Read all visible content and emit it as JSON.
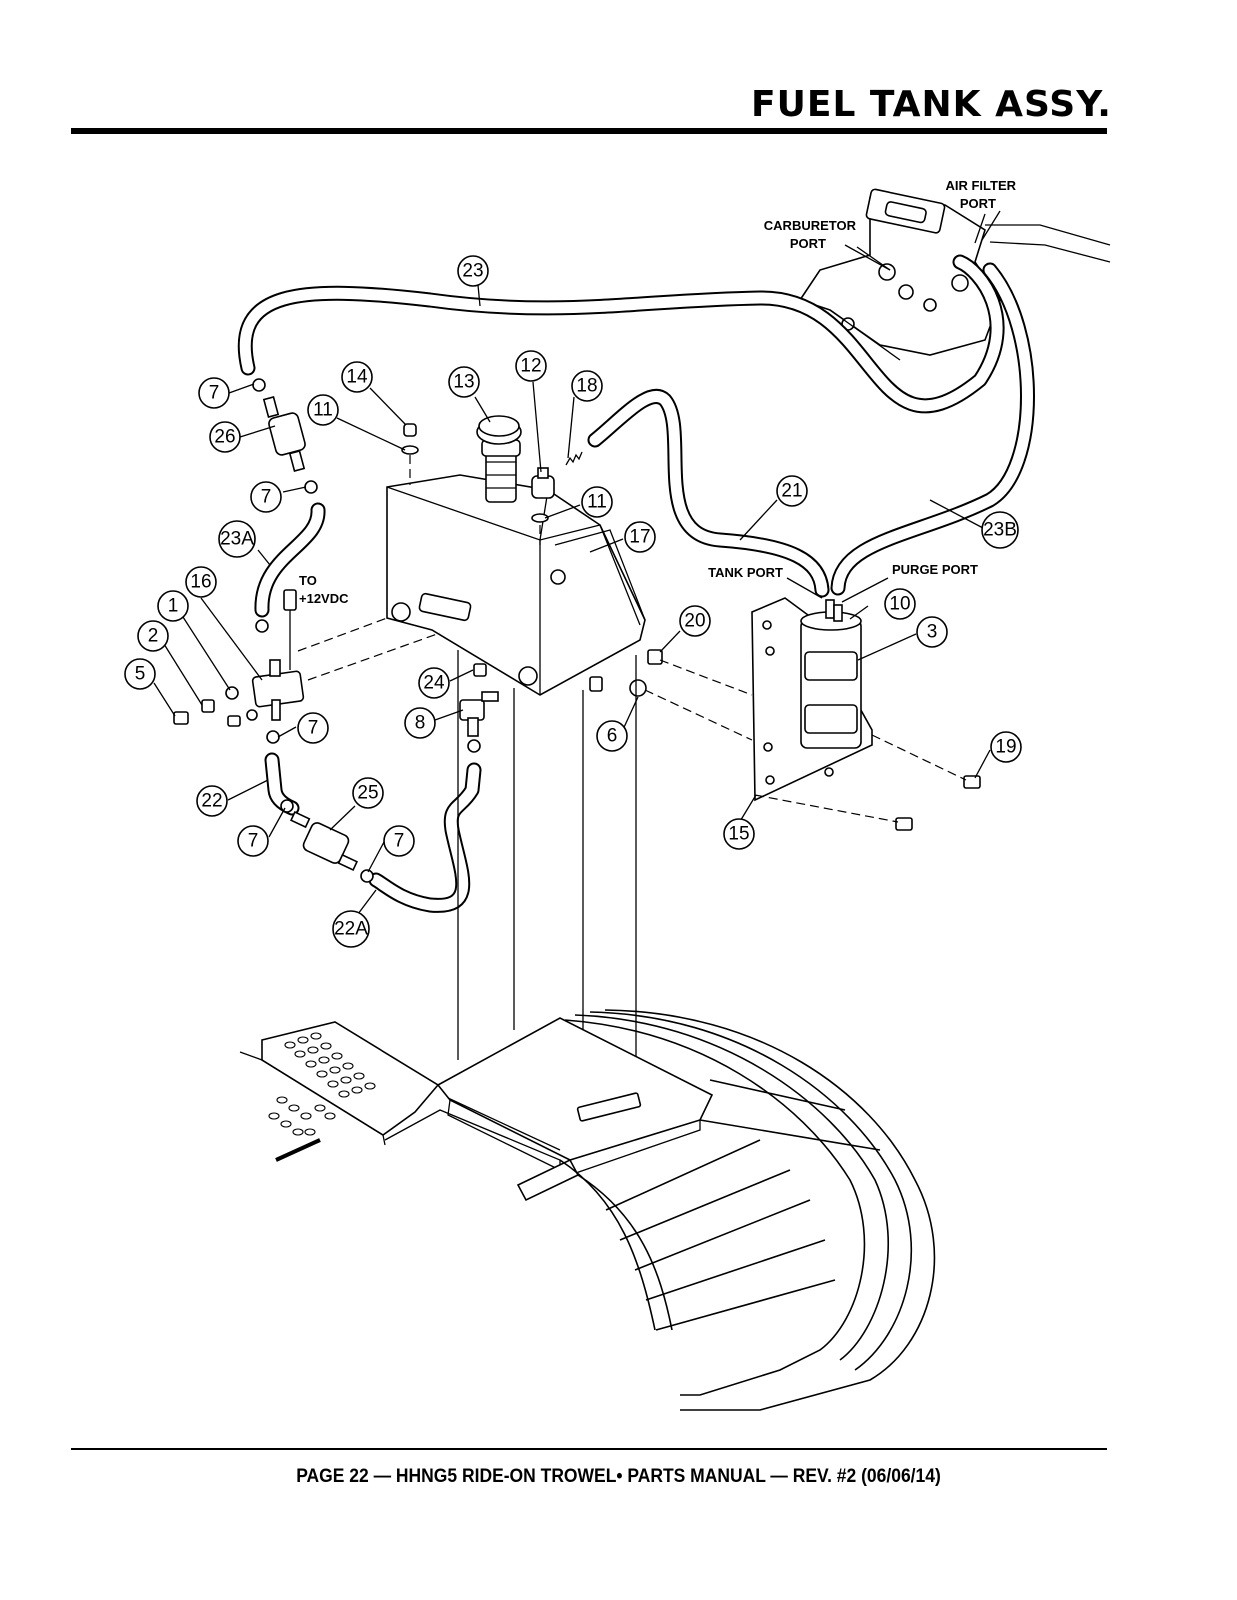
{
  "header": {
    "title": "FUEL TANK ASSY."
  },
  "footer": {
    "text": "PAGE 22 — HHNG5 RIDE-ON TROWEL• PARTS MANUAL — REV. #2 (06/06/14)"
  },
  "port_labels": {
    "air_filter_line1": "AIR FILTER",
    "air_filter_line2": "PORT",
    "carburetor_line1": "CARBURETOR",
    "carburetor_line2": "PORT",
    "tank_port": "TANK PORT",
    "purge_port": "PURGE PORT",
    "power_line1": "TO",
    "power_line2": "+12VDC"
  },
  "callouts": [
    "23",
    "7",
    "26",
    "11",
    "14",
    "13",
    "12",
    "18",
    "7",
    "23A",
    "16",
    "1",
    "2",
    "5",
    "24",
    "8",
    "7",
    "22",
    "25",
    "7",
    "7",
    "22A",
    "11",
    "17",
    "21",
    "23B",
    "10",
    "3",
    "20",
    "6",
    "19",
    "15"
  ]
}
